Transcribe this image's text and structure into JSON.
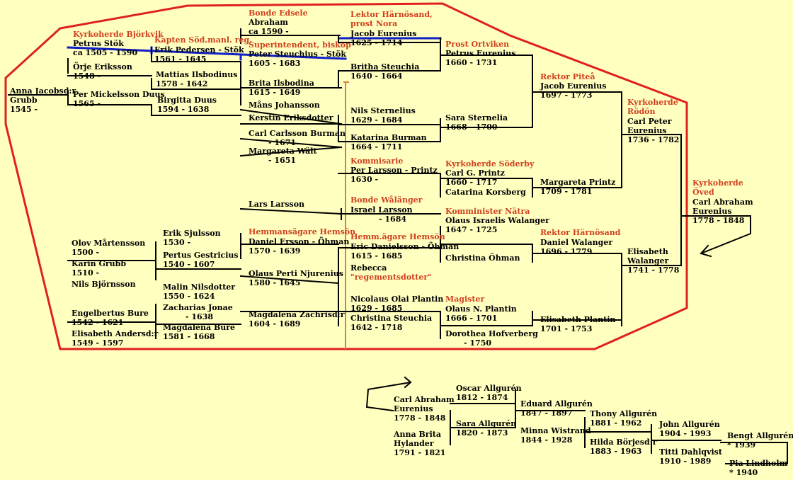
{
  "colors": {
    "background": "#ffffc0",
    "accent": "#e02020",
    "highlight": "#1020c8",
    "title": "#d04020",
    "connector": "#d88040"
  },
  "people": {
    "anna_jacobsdr": [
      "Anna Jacobsd:r",
      "Grubb",
      "1545 -"
    ],
    "petrus_stok": [
      "Petrus Stök",
      "ca 1505 - 1590"
    ],
    "orje": [
      "Örje Eriksson",
      "1548 -"
    ],
    "per_duus": [
      "Per Mickelsson Duus",
      "1565 -"
    ],
    "erik_pedersen": [
      "Erik Pedersen - Stök",
      "1561 - 1645"
    ],
    "mattias": [
      "Mattias Ilsbodinus",
      "1578 - 1642"
    ],
    "birgitta": [
      "Birgitta Duus",
      "1594 - 1638"
    ],
    "abraham": [
      "Abraham",
      "ca 1590  -"
    ],
    "peter_steuchius": [
      "Peter Steuchius - Stök",
      "1605 - 1683"
    ],
    "brita_ilsbodina": [
      "Brita Ilsbodina",
      "1615 - 1649"
    ],
    "mans": "Måns Johansson",
    "kerstin": "Kerstin Eriksdotter",
    "carl_burman": [
      "Carl Carlsson Burman",
      "- 1671"
    ],
    "margareta_walt": [
      "Margareta Wält",
      "- 1651"
    ],
    "lars": "Lars Larsson",
    "jacob_eurenius_1625": [
      "Jacob Eurenius",
      "1625 - 1714"
    ],
    "britha_steuchia": [
      "Britha Steuchia",
      "1640 - 1664"
    ],
    "nils_sternelius": [
      "Nils Sternelius",
      "1629 - 1684"
    ],
    "katarina_burman": [
      "Katarina Burman",
      "1664 - 1711"
    ],
    "per_printz": [
      "Per Larsson - Printz",
      "1630 -"
    ],
    "israel": [
      "Israel Larsson",
      "- 1684"
    ],
    "petrus_eurenius": [
      "Petrus Eurenius",
      "1660 - 1731"
    ],
    "sara_sternelia": [
      "Sara Sternelia",
      "1668 - 1700"
    ],
    "carl_printz": [
      "Carl G. Printz",
      "1660 - 1717"
    ],
    "catarina": "Catarina Korsberg",
    "olaus_walanger": [
      "Olaus Israelis Walanger",
      "1647 - 1725"
    ],
    "jacob_eurenius_1697": [
      "Jacob Eurenius",
      "1697 - 1773"
    ],
    "margareta_printz": [
      "Margareta Printz",
      "1709 - 1781"
    ],
    "carl_peter": [
      "Carl Peter",
      "Eurenius",
      "1736 - 1782"
    ],
    "carl_abraham": [
      "Carl Abraham",
      "Eurenius",
      "1778 - 1848"
    ],
    "olov": [
      "Olov Mårtensson",
      "1500 -"
    ],
    "karin": [
      "Karin Grubb",
      "1510 -"
    ],
    "nils_bj": "Nils Björnsson",
    "erik_sjulsson": [
      "Erik Sjulsson",
      "1530 -"
    ],
    "pertus": [
      "Pertus Gestricius",
      "1540 - 1607"
    ],
    "malin": [
      "Malin Nilsdotter",
      "1550 - 1624"
    ],
    "daniel_ersson": [
      "Daniel Ersson - Öhman",
      "1570 - 1639"
    ],
    "olaus_perti": [
      "Olaus Perti Njurenius",
      "1580 - 1645"
    ],
    "eric_danielsson": [
      "Eric Danielsson - Öhman",
      "1615 - 1685"
    ],
    "rebecca": [
      "Rebecca",
      "\"regementsdotter\""
    ],
    "christina_ohman": "Christina Öhman",
    "daniel_walanger": [
      "Daniel Walanger",
      "1696 - 1779"
    ],
    "elisabeth_walanger": [
      "Elisabeth",
      "Walanger",
      "1741 - 1778"
    ],
    "engelbertus": [
      "Engelbertus Bure",
      "1542 - 1621"
    ],
    "elisabeth_andersdr": [
      "Elisabeth Andersd:r",
      "1549 - 1597"
    ],
    "zacharias": [
      "Zacharias Jonae",
      "- 1638"
    ],
    "magdalena_bure": [
      "Magdalena Bure",
      "1581 - 1668"
    ],
    "magdalena_z": [
      "Magdalena Zachrisd:r",
      "1604 - 1689"
    ],
    "nicolaus": [
      "Nicolaus Olai Plantin",
      "1629 - 1685"
    ],
    "christina_steuchia": [
      "Christina Steuchia",
      "1642 - 1718"
    ],
    "olaus_plantin": [
      "Olaus N. Plantin",
      "1666 - 1701"
    ],
    "dorothea": [
      "Dorothea Hofverberg",
      "- 1750"
    ],
    "elisabeth_plantin": [
      "Elisabeth Plantin",
      "1701 - 1753"
    ],
    "carl_abraham_2": [
      "Carl Abraham",
      "Eurenius",
      "1778 - 1848"
    ],
    "anna_brita": [
      "Anna Brita",
      "Hylander",
      "1791 - 1821"
    ],
    "oscar": [
      "Oscar Allgurén",
      "1812 - 1874"
    ],
    "sara_allguren": [
      "Sara Allgurén",
      "1820 - 1873"
    ],
    "eduard": [
      "Eduard Allgurén",
      "1847 - 1897"
    ],
    "minna": [
      "Minna Wistrand",
      "1844 - 1928"
    ],
    "thony": [
      "Thony Allgurén",
      "1881 - 1962"
    ],
    "hilda": [
      "Hilda Börjesd:r",
      "1883 - 1963"
    ],
    "john": [
      "John Allgurén",
      "1904 - 1993"
    ],
    "titti": [
      "Titti Dahlqvist",
      "1910 - 1989"
    ],
    "bengt": [
      "Bengt Allgurén",
      "* 1939"
    ],
    "pia": [
      "Pia Lindholm",
      "* 1940"
    ]
  },
  "titles": {
    "bjorkvik": "Kyrkoherde Björkvik",
    "kapten": "Kapten Söd.manl. reg.",
    "bonde_edsele": "Bonde Edsele",
    "superintendent": "Superintendent, biskop",
    "lektor": [
      "Lektor Härnösand,",
      "prost Nora"
    ],
    "kommisarie": "Kommisarie",
    "bonde_walanger": "Bonde Wålänger",
    "hemmansagare": "Hemmansägare Hemsön",
    "hemm_agare": "Hemm.ägare Hemsön",
    "magister": "Magister",
    "prost": "Prost Ortviken",
    "kh_soderby": "Kyrkoherde Söderby",
    "komminister": "Komminister Nätra",
    "rektor_pitea": "Rektor Piteå",
    "rektor_harnosand": "Rektor Härnösand",
    "kh_rodon": [
      "Kyrkoherde",
      "Rödön"
    ],
    "kh_oved": [
      "Kyrkoherde",
      "Öved"
    ]
  }
}
